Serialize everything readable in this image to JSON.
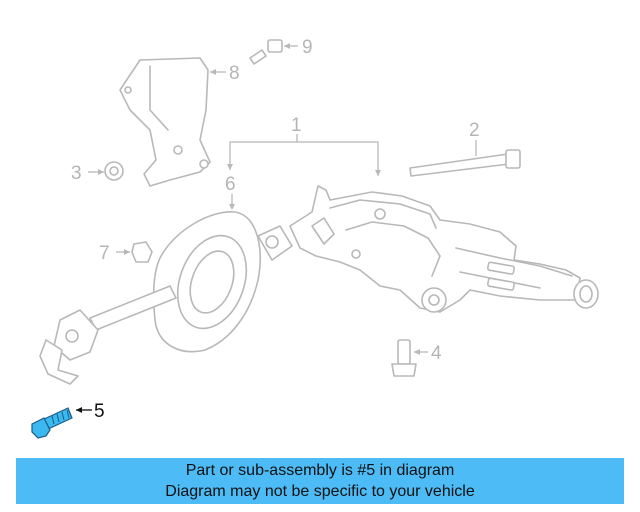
{
  "callouts": {
    "c1": "1",
    "c2": "2",
    "c3": "3",
    "c4": "4",
    "c5": "5",
    "c6": "6",
    "c7": "7",
    "c8": "8",
    "c9": "9"
  },
  "highlighted_part": "5",
  "colors": {
    "highlight_part": "#3cb8f0",
    "banner": "#4dbbf5",
    "line_art": "#b8b8b8"
  },
  "banner": {
    "line1": "Part or sub-assembly is #5 in diagram",
    "line2": "Diagram may not be specific to your vehicle"
  }
}
